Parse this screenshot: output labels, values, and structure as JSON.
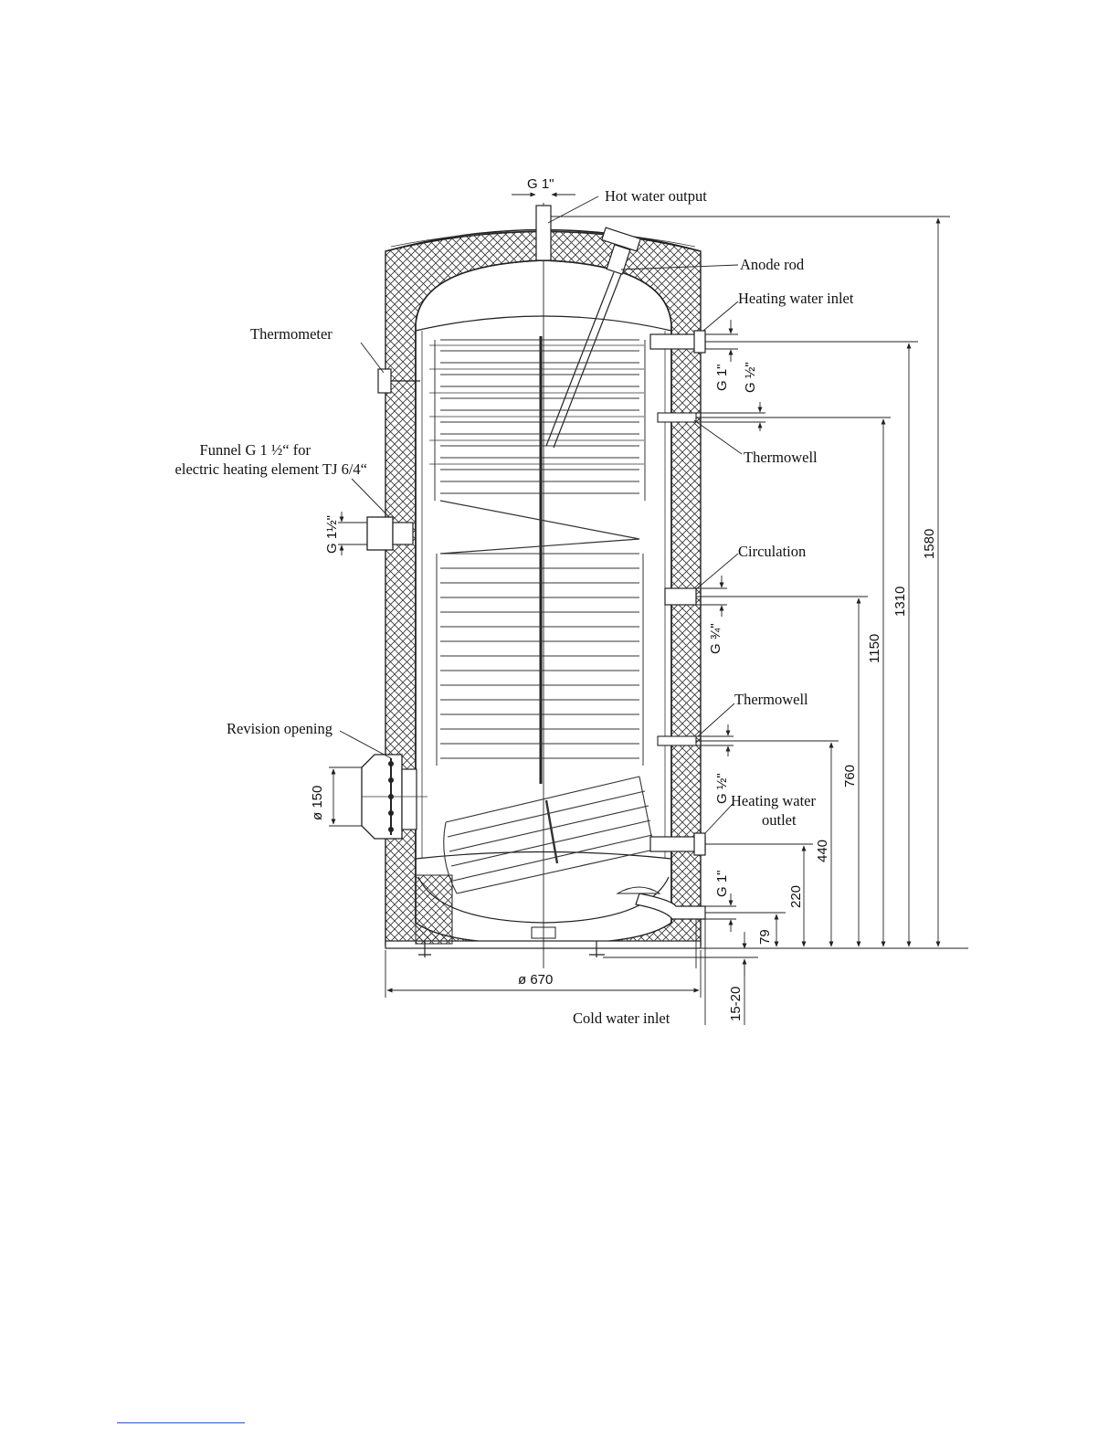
{
  "labels": {
    "hot_water_output": "Hot water output",
    "anode_rod": "Anode rod",
    "heating_water_inlet": "Heating water inlet",
    "thermometer": "Thermometer",
    "thermowell_top": "Thermowell",
    "funnel_line1": "Funnel G 1 ½“ for",
    "funnel_line2": "electric heating element TJ 6/4“",
    "circulation": "Circulation",
    "thermowell_bottom": "Thermowell",
    "revision_opening": "Revision opening",
    "heating_water_outlet_line1": "Heating water",
    "heating_water_outlet_line2": "outlet",
    "cold_water_inlet": "Cold water inlet"
  },
  "thread_sizes": {
    "top": "G 1\"",
    "heating_inlet": "G 1\"",
    "thermowell_top": "G ½\"",
    "funnel": "G 1½\"",
    "circulation": "G ¾\"",
    "thermowell_bottom": "G ½\"",
    "heating_outlet": "G 1\""
  },
  "dimensions": {
    "height_total": "1580",
    "height_thermowell_top": "1310",
    "height_circulation": "1150",
    "height_thermowell_bottom": "760",
    "height_heating_outlet": "440",
    "height_cold_inlet": "220",
    "height_base": "79",
    "feet": "15-20",
    "diameter": "ø 670",
    "revision_diameter": "ø 150"
  }
}
